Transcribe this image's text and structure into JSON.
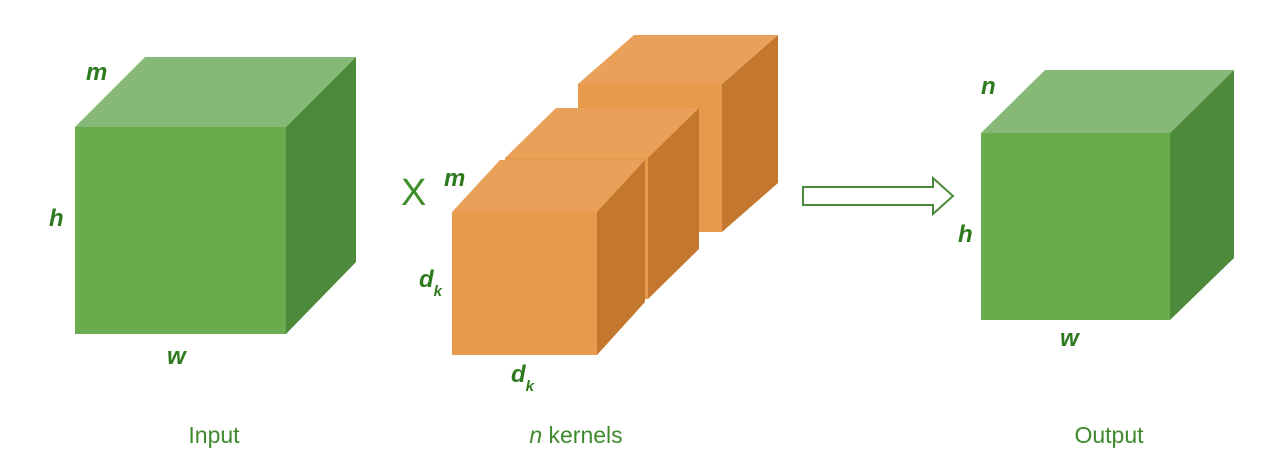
{
  "colors": {
    "green_front": "#6aab4e",
    "green_top": "#86b977",
    "green_side": "#4e8a3c",
    "orange_front": "#e89a4c",
    "orange_top": "#e9a159",
    "orange_side": "#c4782f",
    "label_green": "#2f7a1f",
    "arrow_stroke": "#4a8a3a"
  },
  "input": {
    "caption": "Input",
    "labels": {
      "depth": "m",
      "height": "h",
      "width": "w"
    }
  },
  "kernels": {
    "operator": "X",
    "caption_italic": "n",
    "caption_rest": " kernels",
    "count_shown": 3,
    "labels": {
      "depth": "m",
      "height": "d",
      "height_sub": "k",
      "width": "d",
      "width_sub": "k"
    }
  },
  "arrow": {
    "icon": "hollow-right-arrow-icon"
  },
  "output": {
    "caption": "Output",
    "labels": {
      "depth": "n",
      "height": "h",
      "width": "w"
    }
  }
}
